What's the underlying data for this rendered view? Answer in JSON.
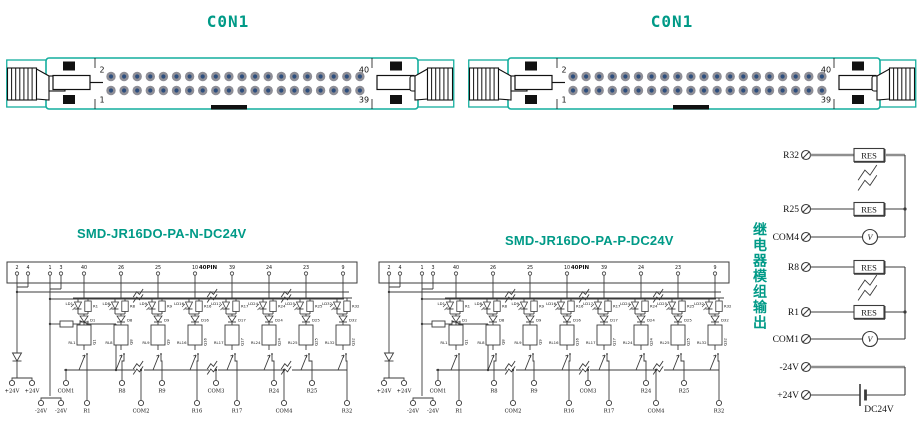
{
  "colors": {
    "teal_text": "#009a87",
    "teal_outline": "#14ae9e",
    "wire": "#3b3b3b",
    "thick_wire": "#8f8f8f",
    "pin_outer": "#8e8e96",
    "pin_inner": "#2d4e7d",
    "black": "#111111"
  },
  "connectors": [
    {
      "title": "C0N1",
      "pins": {
        "top_left": "2",
        "bottom_left": "1",
        "top_right": "40",
        "bottom_right": "39"
      }
    },
    {
      "title": "C0N1",
      "pins": {
        "top_left": "2",
        "bottom_left": "1",
        "top_right": "40",
        "bottom_right": "39"
      }
    }
  ],
  "modules": [
    {
      "title": "SMD-JR16DO-PA-N-DC24V",
      "header_label": "40PIN",
      "input_pins": [
        "2",
        "4",
        "1",
        "3"
      ],
      "channel_pins": [
        "40",
        "26",
        "25",
        "10",
        "39",
        "24",
        "23",
        "9"
      ],
      "channels": [
        {
          "led": "LD1",
          "res": "R1",
          "diode": "D1",
          "relay": "RL1",
          "driver": "Q1"
        },
        {
          "led": "LD8",
          "res": "R8",
          "diode": "D8",
          "relay": "RL8",
          "driver": "Q8"
        },
        {
          "led": "LD9",
          "res": "R9",
          "diode": "D9",
          "relay": "RL9",
          "driver": "Q9"
        },
        {
          "led": "LD16",
          "res": "R16",
          "diode": "D16",
          "relay": "RL16",
          "driver": "Q16"
        },
        {
          "led": "LD17",
          "res": "R17",
          "diode": "D17",
          "relay": "RL17",
          "driver": "Q17"
        },
        {
          "led": "LD24",
          "res": "R24",
          "diode": "D24",
          "relay": "RL24",
          "driver": "Q24"
        },
        {
          "led": "LD25",
          "res": "R25",
          "diode": "D25",
          "relay": "RL25",
          "driver": "Q25"
        },
        {
          "led": "LD32",
          "res": "R32",
          "diode": "D32",
          "relay": "RL32",
          "driver": "Q32"
        }
      ],
      "terminals": [
        {
          "label": "+24V",
          "row": "top"
        },
        {
          "label": "+24V",
          "row": "top"
        },
        {
          "label": "-24V",
          "row": "bottom"
        },
        {
          "label": "-24V",
          "row": "bottom"
        },
        {
          "label": "COM1",
          "row": "top"
        },
        {
          "label": "R1",
          "row": "bottom"
        },
        {
          "label": "R8",
          "row": "top"
        },
        {
          "label": "COM2",
          "row": "bottom"
        },
        {
          "label": "R9",
          "row": "top"
        },
        {
          "label": "R16",
          "row": "bottom"
        },
        {
          "label": "COM3",
          "row": "top"
        },
        {
          "label": "R17",
          "row": "bottom"
        },
        {
          "label": "R24",
          "row": "top"
        },
        {
          "label": "COM4",
          "row": "bottom"
        },
        {
          "label": "R25",
          "row": "top"
        },
        {
          "label": "R32",
          "row": "bottom"
        }
      ]
    },
    {
      "title": "SMD-JR16DO-PA-P-DC24V",
      "header_label": "40PIN",
      "input_pins": [
        "2",
        "4",
        "1",
        "3"
      ],
      "channel_pins": [
        "40",
        "26",
        "25",
        "10",
        "39",
        "24",
        "23",
        "9"
      ],
      "channels": [
        {
          "led": "LD1",
          "res": "R1",
          "diode": "D1",
          "relay": "RL1",
          "driver": "Q1"
        },
        {
          "led": "LD8",
          "res": "R8",
          "diode": "D8",
          "relay": "RL8",
          "driver": "Q8"
        },
        {
          "led": "LD9",
          "res": "R9",
          "diode": "D9",
          "relay": "RL9",
          "driver": "Q9"
        },
        {
          "led": "LD16",
          "res": "R16",
          "diode": "D16",
          "relay": "RL16",
          "driver": "Q16"
        },
        {
          "led": "LD17",
          "res": "R17",
          "diode": "D17",
          "relay": "RL17",
          "driver": "Q17"
        },
        {
          "led": "LD24",
          "res": "R24",
          "diode": "D24",
          "relay": "RL24",
          "driver": "Q24"
        },
        {
          "led": "LD25",
          "res": "R25",
          "diode": "D25",
          "relay": "RL25",
          "driver": "Q25"
        },
        {
          "led": "LD32",
          "res": "R32",
          "diode": "D32",
          "relay": "RL32",
          "driver": "Q32"
        }
      ],
      "terminals": [
        {
          "label": "+24V",
          "row": "top"
        },
        {
          "label": "+24V",
          "row": "top"
        },
        {
          "label": "-24V",
          "row": "bottom"
        },
        {
          "label": "-24V",
          "row": "bottom"
        },
        {
          "label": "COM1",
          "row": "top"
        },
        {
          "label": "R1",
          "row": "bottom"
        },
        {
          "label": "R8",
          "row": "top"
        },
        {
          "label": "COM2",
          "row": "bottom"
        },
        {
          "label": "R9",
          "row": "top"
        },
        {
          "label": "R16",
          "row": "bottom"
        },
        {
          "label": "COM3",
          "row": "top"
        },
        {
          "label": "R17",
          "row": "bottom"
        },
        {
          "label": "R24",
          "row": "top"
        },
        {
          "label": "COM4",
          "row": "bottom"
        },
        {
          "label": "R25",
          "row": "top"
        },
        {
          "label": "R32",
          "row": "bottom"
        }
      ]
    }
  ],
  "output_section": {
    "side_label": "继电器模组输出",
    "rows": [
      {
        "label": "R32",
        "component": "RES",
        "thick": true
      },
      {
        "break": true
      },
      {
        "label": "R25",
        "component": "RES"
      },
      {
        "label": "COM4",
        "component": "V"
      },
      {
        "label": "R8",
        "component": "RES"
      },
      {
        "break": true
      },
      {
        "label": "R1",
        "component": "RES"
      },
      {
        "label": "COM1",
        "component": "V"
      },
      {
        "label": "-24V",
        "component": "wire",
        "thick": true
      },
      {
        "label": "+24V",
        "component": "battery"
      }
    ],
    "battery_label": "DC24V"
  }
}
